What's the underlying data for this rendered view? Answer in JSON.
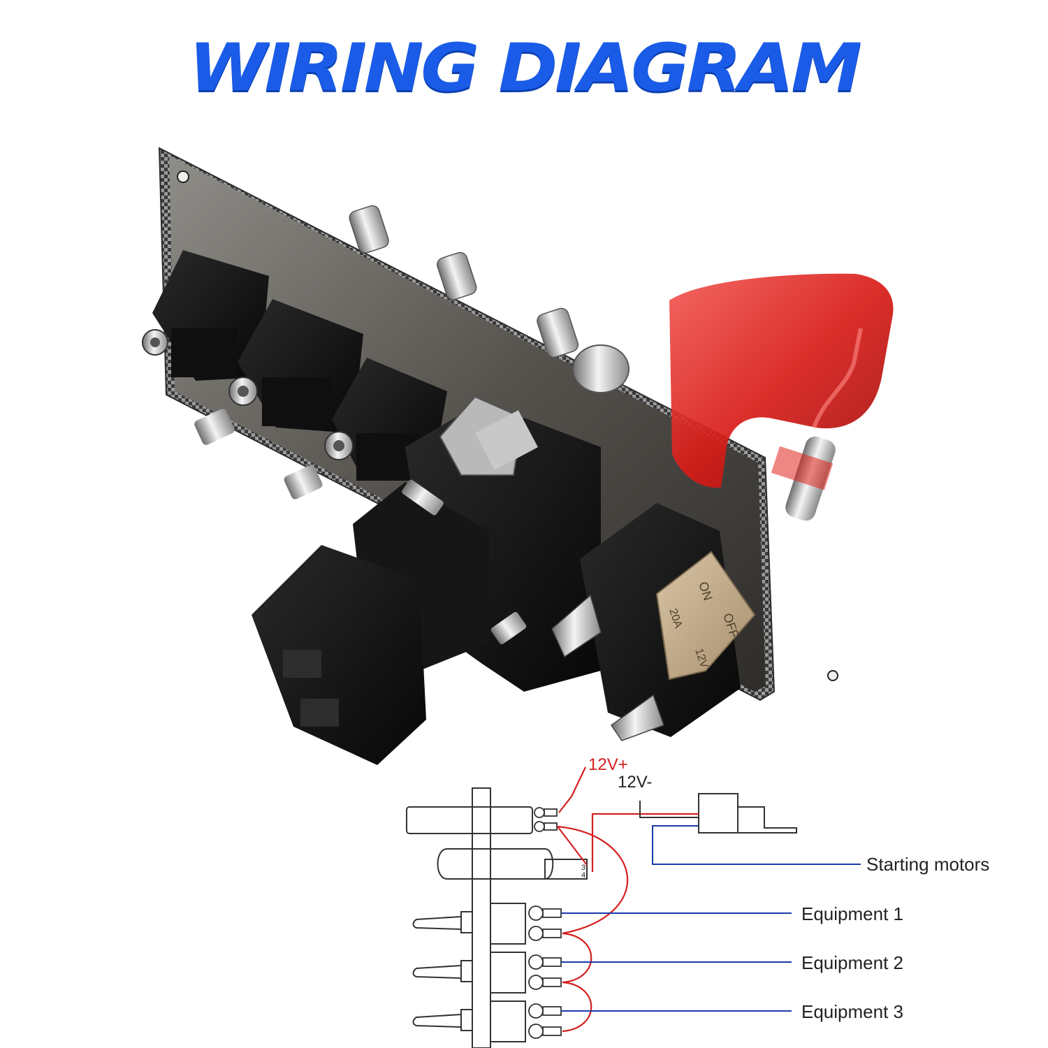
{
  "title": "WIRING DIAGRAM",
  "photo": {
    "switch_markings": [
      "ON",
      "OFF",
      "20A",
      "12V"
    ]
  },
  "diagram": {
    "supply_positive": "12V+",
    "supply_negative": "12V-",
    "pin_labels": [
      "3",
      "4"
    ],
    "outputs": [
      "Starting motors",
      "Equipment 1",
      "Equipment 2",
      "Equipment 3"
    ]
  },
  "colors": {
    "title": "#1a5ce8",
    "positive_wire": "#d42020",
    "output_wire": "#1a3aa8",
    "outline": "#333333",
    "cover_red": "#e0241e"
  }
}
